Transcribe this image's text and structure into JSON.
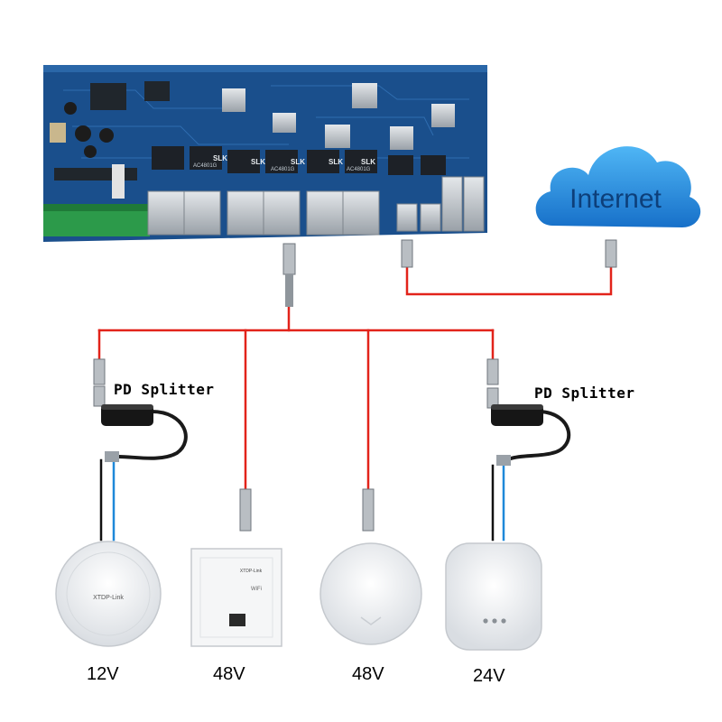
{
  "cloud": {
    "text": "Internet"
  },
  "splitters": [
    {
      "label": "PD Splitter"
    },
    {
      "label": "PD Splitter"
    }
  ],
  "devices": [
    {
      "voltage": "12V",
      "brand": "XTDP-Link",
      "type": "ceiling-ap"
    },
    {
      "voltage": "48V",
      "brand": "XTDP-Link",
      "type": "wall-panel-ap",
      "wifi_text": "WiFi"
    },
    {
      "voltage": "48V",
      "type": "round-ap"
    },
    {
      "voltage": "24V",
      "type": "square-ap"
    }
  ],
  "board": {
    "chip_label": "SLK",
    "chip_model": "AC4801G"
  },
  "colors": {
    "board": "#1a4f8c",
    "board_dark": "#123a6a",
    "cable_red": "#e2231a",
    "cable_blue": "#1e88d9",
    "cloud": "#1e8fe0",
    "port_metal": "#c8cdd2"
  }
}
